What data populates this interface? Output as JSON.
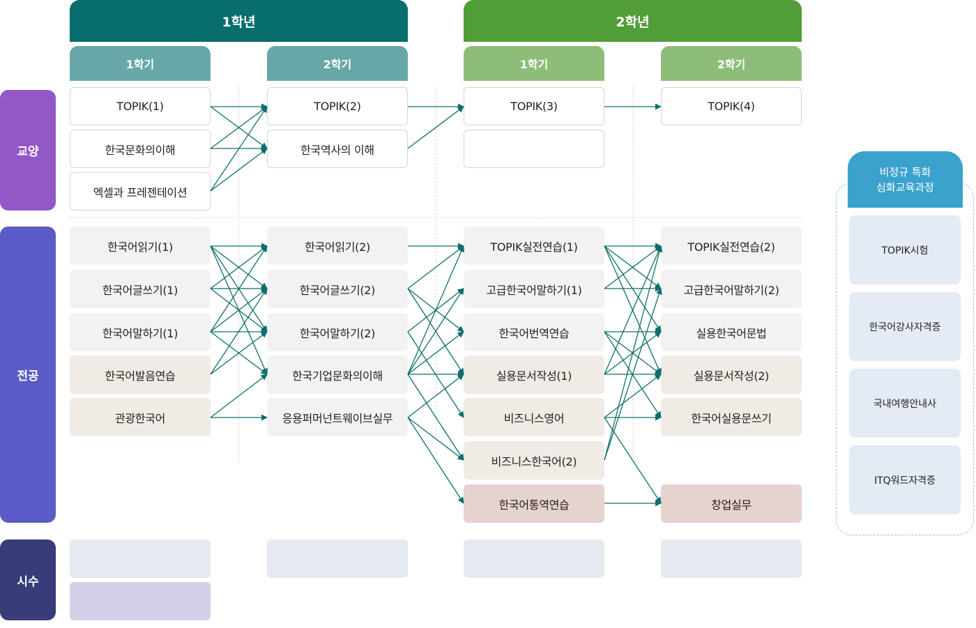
{
  "colors": {
    "year1": "#076e6d",
    "year2": "#519d37",
    "sem_year1": "#68a7a7",
    "sem_year2": "#8ebd79",
    "liberal_arts": "#9357c8",
    "major": "#5a5bc6",
    "practice": "#383c78",
    "arrow": "#0d6f6b",
    "side_header": "#3aa2cc"
  },
  "years": [
    {
      "label": "1학년",
      "semesters": [
        "1학기",
        "2학기"
      ]
    },
    {
      "label": "2학년",
      "semesters": [
        "1학기",
        "2학기"
      ]
    }
  ],
  "categories": {
    "liberal_arts": "교양",
    "major": "전공",
    "practice": "시수"
  },
  "liberal_arts": {
    "col1": [
      "TOPIK(1)",
      "한국문화의이해",
      "엑셀과 프레젠테이션"
    ],
    "col2": [
      "TOPIK(2)",
      "한국역사의 이해"
    ],
    "col3": [
      "TOPIK(3)",
      ""
    ],
    "col4": [
      "TOPIK(4)"
    ]
  },
  "major": {
    "col1": [
      "한국어읽기(1)",
      "한국어글쓰기(1)",
      "한국어말하기(1)",
      "한국어발음연습",
      "관광한국어"
    ],
    "col2": [
      "한국어읽기(2)",
      "한국어글쓰기(2)",
      "한국어말하기(2)",
      "한국기업문화의이해",
      "응용퍼머넌트웨이브실무"
    ],
    "col3": [
      "TOPIK실전연습(1)",
      "고급한국어말하기(1)",
      "한국어번역연습",
      "실용문서작성(1)",
      "비즈니스영어",
      "비즈니스한국어(2)",
      "한국어통역연습"
    ],
    "col4": [
      "TOPIK실전연습(2)",
      "고급한국어말하기(2)",
      "실용한국어문법",
      "실용문서작성(2)",
      "한국어실용문쓰기",
      "",
      "창업실무"
    ]
  },
  "side_panel": {
    "title_line1": "비정규 특화",
    "title_line2": "심화교육과정",
    "items": [
      "TOPIK시험",
      "한국어강사자격증",
      "국내여행안내사",
      "ITQ워드자격증"
    ]
  }
}
